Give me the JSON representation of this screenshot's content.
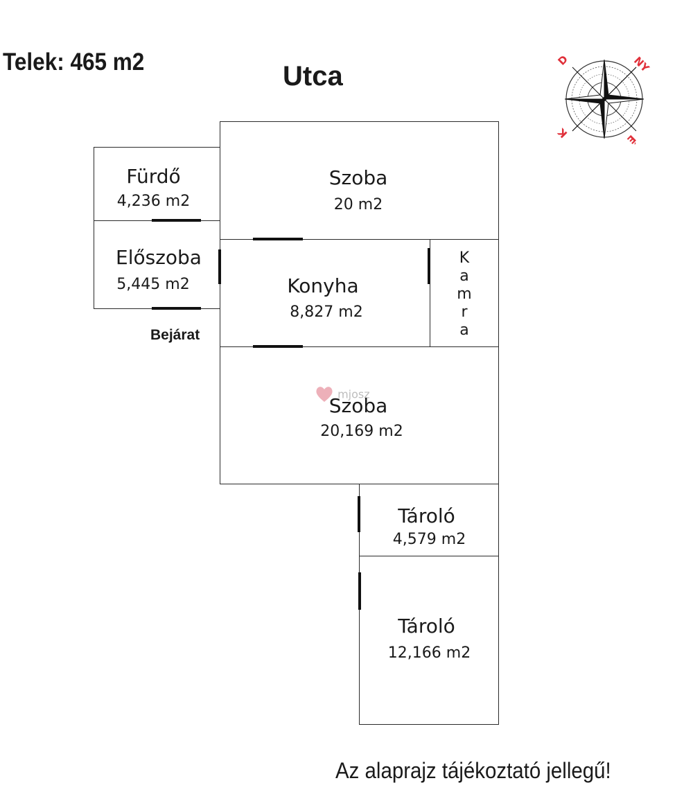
{
  "plot": "Telek: 465 m2",
  "street": "Utca",
  "entrance": "Bejárat",
  "disclaimer": "Az alaprajz tájékoztató jellegű!",
  "watermark": "mjosz",
  "compass": {
    "n": "NY",
    "e": "D",
    "s": "K",
    "w": "É",
    "color": "#e0303a"
  },
  "rooms": {
    "bath": {
      "name": "Fürdő",
      "area": "4,236 m2"
    },
    "hall": {
      "name": "Előszoba",
      "area": "5,445 m2"
    },
    "room1": {
      "name": "Szoba",
      "area": "20 m2"
    },
    "kitchen": {
      "name": "Konyha",
      "area": "8,827 m2"
    },
    "pantry": {
      "letters": [
        "K",
        "a",
        "m",
        "r",
        "a"
      ]
    },
    "room2": {
      "name": "Szoba",
      "area": "20,169 m2"
    },
    "storage1": {
      "name": "Tároló",
      "area": "4,579 m2"
    },
    "storage2": {
      "name": "Tároló",
      "area": "12,166 m2"
    }
  }
}
